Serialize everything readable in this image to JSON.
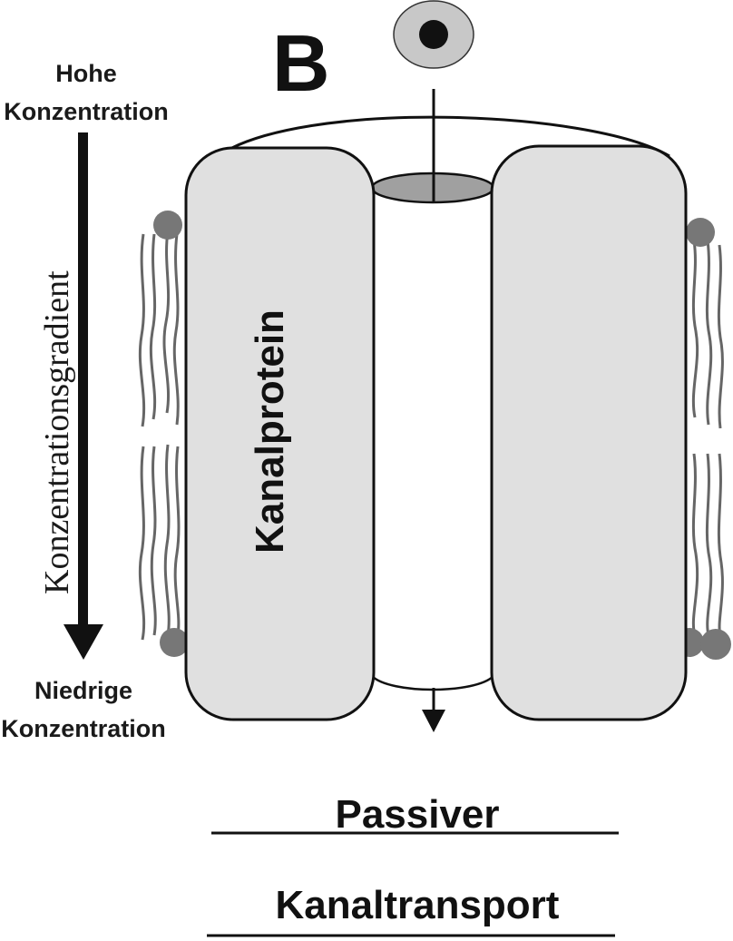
{
  "panel_letter": "B",
  "gradient": {
    "top_line1": "Hohe",
    "top_line2": "Konzentration",
    "axis_label": "Konzentrationsgradient",
    "bottom_line1": "Niedrige",
    "bottom_line2": "Konzentration"
  },
  "protein_label": "Kanalprotein",
  "caption": {
    "line1": "Passiver",
    "line2": "Kanaltransport"
  },
  "colors": {
    "protein_fill": "#e0e0e0",
    "outline": "#111111",
    "lipid_head": "#777777",
    "lipid_tail": "#666666",
    "channel_top": "#a0a0a0",
    "molecule_outer": "#c8c8c8",
    "molecule_inner": "#111111"
  }
}
